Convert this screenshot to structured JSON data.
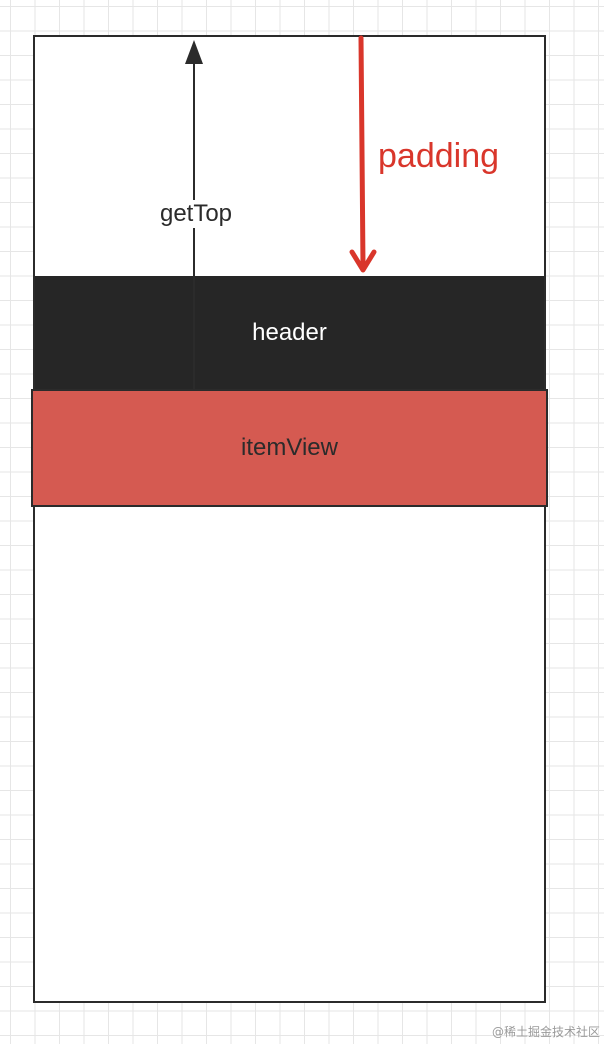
{
  "diagram": {
    "header": {
      "label": "header"
    },
    "item_view": {
      "label": "itemView"
    },
    "get_top": {
      "label": "getTop"
    },
    "padding": {
      "label": "padding"
    },
    "watermark": "@稀土掘金技术社区"
  },
  "colors": {
    "frame_border": "#2b2b2b",
    "header_fill": "#262626",
    "item_view_fill": "#d55a51",
    "padding_arrow": "#d9362b",
    "get_top_arrow": "#2b2b2b",
    "grid_line": "#e6e6e6"
  }
}
